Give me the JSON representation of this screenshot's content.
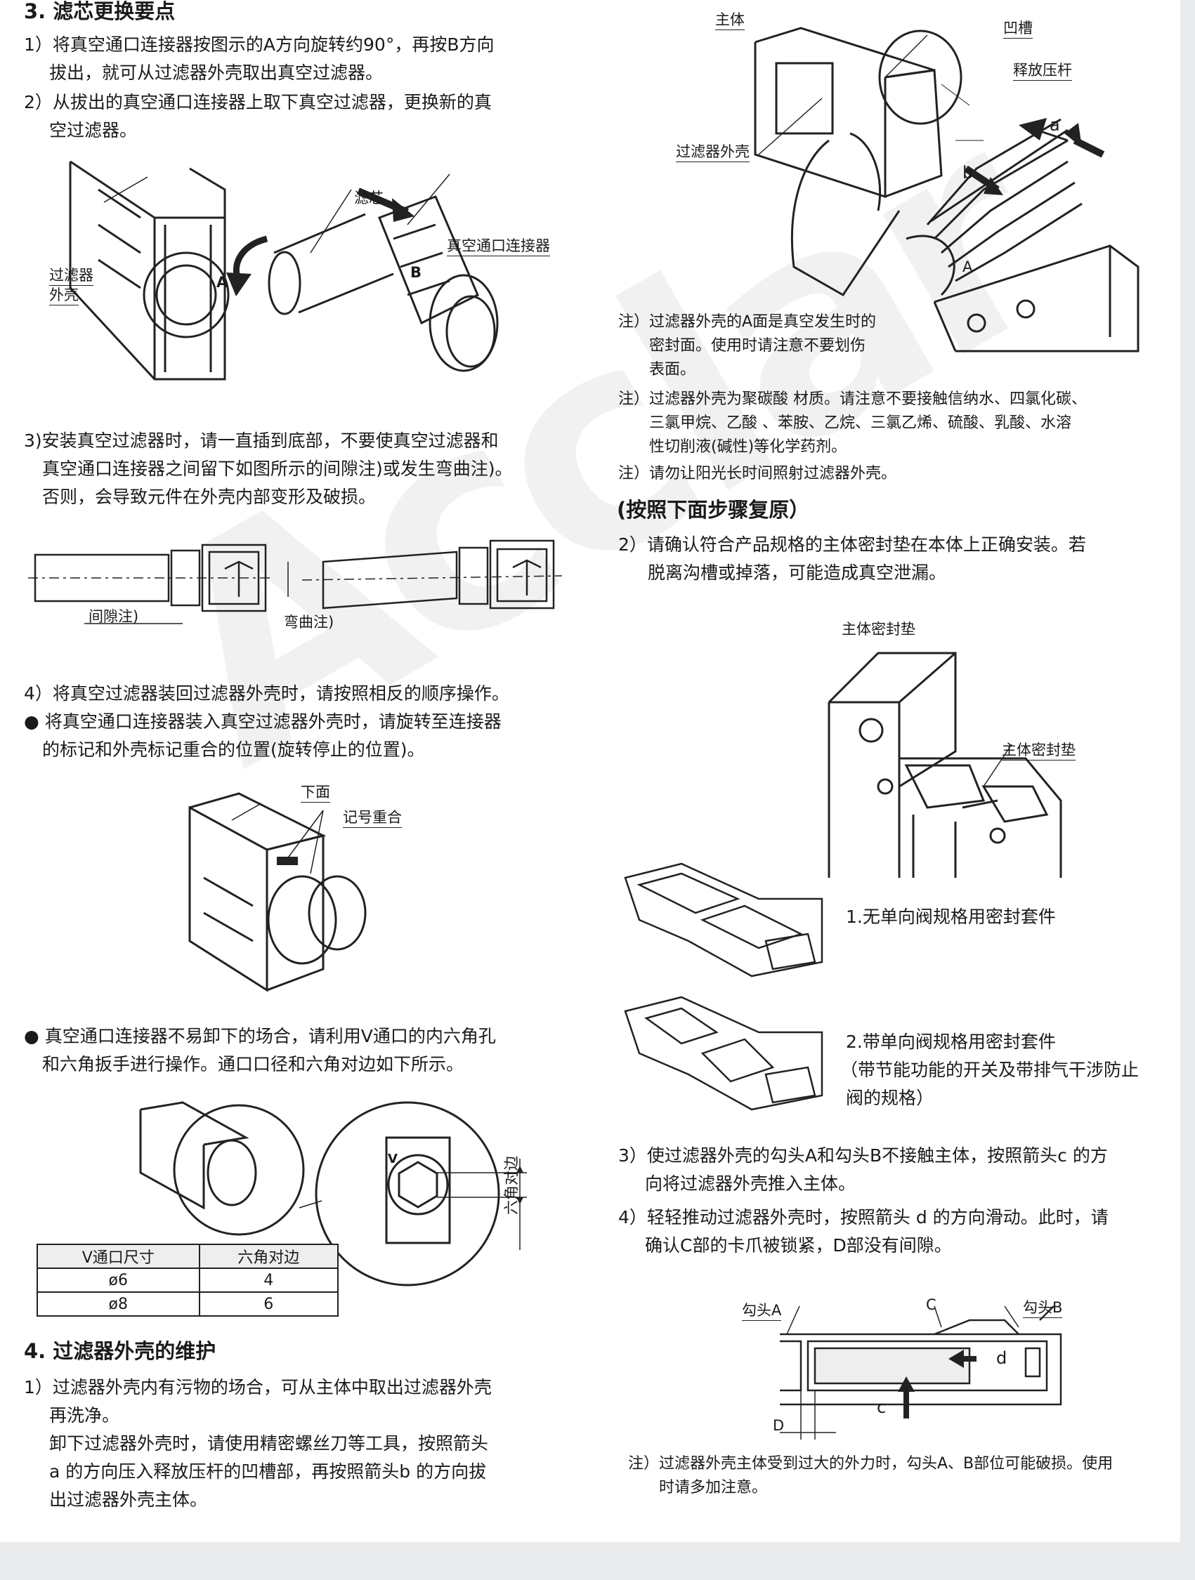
{
  "watermark": "Acclar",
  "left": {
    "s3_title": "3. 滤芯更换要点",
    "s3_p1a": "1）将真空通口连接器按图示的A方向旋转约90°，再按B方向",
    "s3_p1b": "拔出，就可从过滤器外壳取出真空过滤器。",
    "s3_p2a": "2）从拔出的真空通口连接器上取下真空过滤器，更换新的真",
    "s3_p2b": "空过滤器。",
    "fig1": {
      "core": "滤芯",
      "connector": "真空通口连接器",
      "housing_a": "过滤器",
      "housing_b": "外壳",
      "dir_a": "A",
      "dir_b": "B"
    },
    "s3_p3a": "3)安装真空过滤器时，请一直插到底部，不要使真空过滤器和",
    "s3_p3b": "真空通口连接器之间留下如图所示的间隙注)或发生弯曲注)。",
    "s3_p3c": "否则，会导致元件在外壳内部变形及破损。",
    "fig2": {
      "gap": "间隙注)",
      "bend": "弯曲注)"
    },
    "s3_p4": "4）将真空过滤器装回过滤器外壳时，请按照相反的顺序操作。",
    "bullet1a": "● 将真空通口连接器装入真空过滤器外壳时，请旋转至连接器",
    "bullet1b": "的标记和外壳标记重合的位置(旋转停止的位置)。",
    "fig3": {
      "bottom": "下面",
      "mark": "记号重合"
    },
    "bullet2a": "● 真空通口连接器不易卸下的场合，请利用V通口的内六角孔",
    "bullet2b": "和六角扳手进行操作。通口口径和六角对边如下所示。",
    "fig4": {
      "hex": "六角对边",
      "v": "V"
    },
    "table": {
      "headers": [
        "V通口尺寸",
        "六角对边"
      ],
      "rows": [
        [
          "ø6",
          "4"
        ],
        [
          "ø8",
          "6"
        ]
      ]
    },
    "s4_title": "4. 过滤器外壳的维护",
    "s4_p1a": "1）过滤器外壳内有污物的场合，可从主体中取出过滤器外壳",
    "s4_p1b": "再洗净。",
    "s4_p1c": "卸下过滤器外壳时，请使用精密螺丝刀等工具，按照箭头",
    "s4_p1d": "a 的方向压入释放压杆的凹槽部，再按照箭头b 的方向拔",
    "s4_p1e": "出过滤器外壳主体。"
  },
  "right": {
    "fig5": {
      "body": "主体",
      "groove": "凹槽",
      "lever": "释放压杆",
      "housing": "过滤器外壳",
      "a": "a",
      "b": "b",
      "A": "A"
    },
    "note1a": "注）过滤器外壳的A面是真空发生时的",
    "note1b": "密封面。使用时请注意不要划伤",
    "note1c": "表面。",
    "note2a": "注）过滤器外壳为聚碳酸  材质。请注意不要接触信纳水、四氯化碳、",
    "note2b": "三氯甲烷、乙酸  、苯胺、乙烷、三氯乙烯、硫酸、乳酸、水溶",
    "note2c": "性切削液(碱性)等化学药剂。",
    "note3": "注）请勿让阳光长时间照射过滤器外壳。",
    "restore_title": "(按照下面步骤复原）",
    "r2a": "2）请确认符合产品规格的主体密封垫在本体上正确安装。若",
    "r2b": "脱离沟槽或掉落，可能造成真空泄漏。",
    "gasket_top": "主体密封垫",
    "gasket_mid": "主体密封垫",
    "kit1": "1.无单向阀规格用密封套件",
    "kit2a": "2.带单向阀规格用密封套件",
    "kit2b": "（带节能功能的开关及带排气干涉防止",
    "kit2c": "阀的规格）",
    "r3a": "3）使过滤器外壳的勾头A和勾头B不接触主体，按照箭头c 的方",
    "r3b": "向将过滤器外壳推入主体。",
    "r4a": "4）轻轻推动过滤器外壳时，按照箭头 d 的方向滑动。此时，请",
    "r4b": "确认C部的卡爪被锁紧，D部没有间隙。",
    "fig7": {
      "hookA": "勾头A",
      "C": "C",
      "hookB": "勾头B",
      "d": "d",
      "c": "c",
      "D": "D"
    },
    "final_a": "注）过滤器外壳主体受到过大的外力时，勾头A、B部位可能破损。使用",
    "final_b": "时请多加注意。"
  }
}
